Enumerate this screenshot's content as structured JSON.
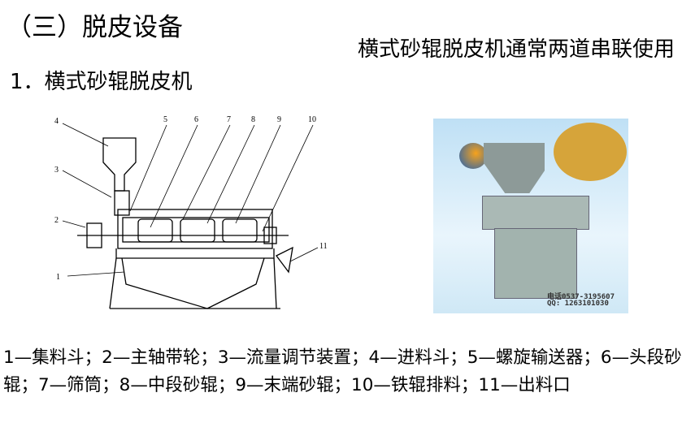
{
  "title": "（三）脱皮设备",
  "subtitle": "1．横式砂辊脱皮机",
  "side_note": "横式砂辊脱皮机通常两道串联使用",
  "diagram": {
    "labels": [
      "1",
      "2",
      "3",
      "4",
      "5",
      "6",
      "7",
      "8",
      "9",
      "10",
      "11"
    ]
  },
  "photo": {
    "phone": "电话0537-3195607",
    "qq": "QQ: 1263101030"
  },
  "caption": "1—集料斗；2—主轴带轮；3—流量调节装置；4—进料斗；5—螺旋输送器；6—头段砂辊；7—筛筒；8—中段砂辊；9—末端砂辊；10—铁辊排料；11—出料口"
}
